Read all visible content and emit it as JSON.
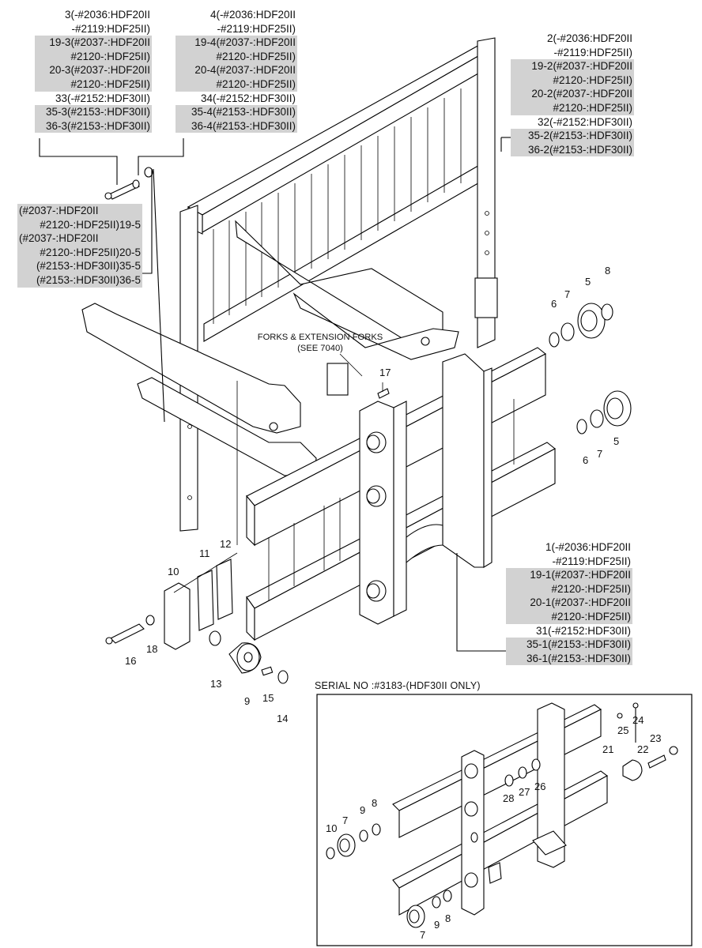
{
  "callouts_top_left": {
    "c3": [
      "3(-#2036:HDF20II",
      "-#2119:HDF25II)",
      "19-3(#2037-:HDF20II",
      "#2120-:HDF25II)",
      "20-3(#2037-:HDF20II",
      "#2120-:HDF25II)",
      "33(-#2152:HDF30II)",
      "35-3(#2153-:HDF30II)",
      "36-3(#2153-:HDF30II)"
    ],
    "c4": [
      "4(-#2036:HDF20II",
      "-#2119:HDF25II)",
      "19-4(#2037-:HDF20II",
      "#2120-:HDF25II)",
      "20-4(#2037-:HDF20II",
      "#2120-:HDF25II)",
      "34(-#2152:HDF30II)",
      "35-4(#2153-:HDF30II)",
      "36-4(#2153-:HDF30II)"
    ],
    "c5": [
      "(#2037-:HDF20II",
      "#2120-:HDF25II)19-5",
      "(#2037-:HDF20II",
      "#2120-:HDF25II)20-5",
      "(#2153-:HDF30II)35-5",
      "(#2153-:HDF30II)36-5"
    ]
  },
  "callouts_right": {
    "c2": [
      "2(-#2036:HDF20II",
      "-#2119:HDF25II)",
      "19-2(#2037-:HDF20II",
      "#2120-:HDF25II)",
      "20-2(#2037-:HDF20II",
      "#2120-:HDF25II)",
      "32(-#2152:HDF30II)",
      "35-2(#2153-:HDF30II)",
      "36-2(#2153-:HDF30II)"
    ],
    "c1": [
      "1(-#2036:HDF20II",
      "-#2119:HDF25II)",
      "19-1(#2037-:HDF20II",
      "#2120-:HDF25II)",
      "20-1(#2037-:HDF20II",
      "#2120-:HDF25II)",
      "31(-#2152:HDF30II)",
      "35-1(#2153-:HDF30II)",
      "36-1(#2153-:HDF30II)"
    ]
  },
  "forks_note": [
    "FORKS & EXTENSION FORKS",
    "(SEE 7040)"
  ],
  "serial_note": "SERIAL NO :#3183-(HDF30II ONLY)",
  "part_numbers": {
    "p5a": "5",
    "p8a": "8",
    "p6a": "6",
    "p7a": "7",
    "p5b": "5",
    "p6b": "6",
    "p7b": "7",
    "p17": "17",
    "p10": "10",
    "p11": "11",
    "p12": "12",
    "p16": "16",
    "p18": "18",
    "p13": "13",
    "p9": "9",
    "p15": "15",
    "p14": "14"
  },
  "inset_part_numbers": {
    "q24": "24",
    "q25": "25",
    "q23": "23",
    "q21": "21",
    "q22": "22",
    "q26": "26",
    "q27": "27",
    "q28": "28",
    "q10": "10",
    "q7a": "7",
    "q9a": "9",
    "q8a": "8",
    "q7b": "7",
    "q9b": "9",
    "q8b": "8"
  }
}
